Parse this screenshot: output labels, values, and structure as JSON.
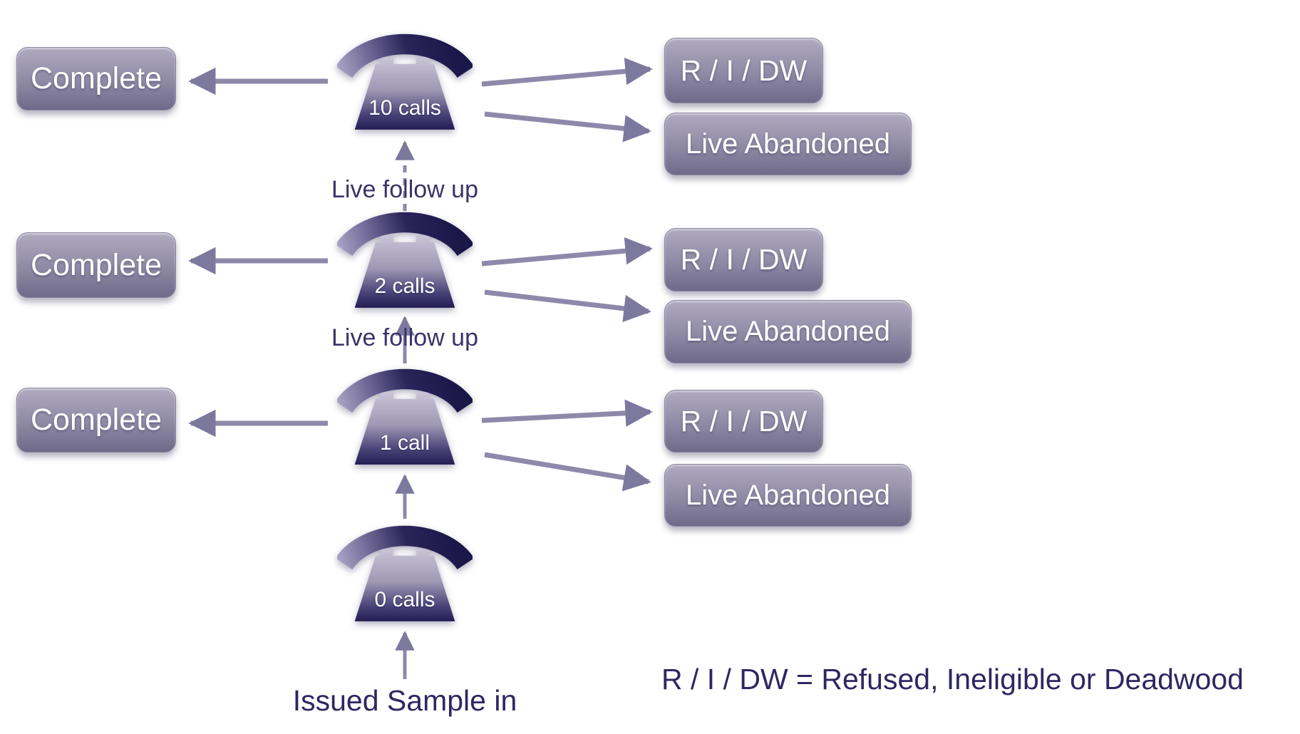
{
  "rows": [
    {
      "complete": "Complete",
      "phone": "10 calls",
      "ridw": "R / I / DW",
      "live_abandoned": "Live Abandoned",
      "followup_in": "Live follow up"
    },
    {
      "complete": "Complete",
      "phone": "2 calls",
      "ridw": "R / I / DW",
      "live_abandoned": "Live Abandoned",
      "followup_in": "Live follow up"
    },
    {
      "complete": "Complete",
      "phone": "1 call",
      "ridw": "R / I / DW",
      "live_abandoned": "Live Abandoned"
    }
  ],
  "source": {
    "phone": "0 calls",
    "entry_label": "Issued Sample in"
  },
  "legend": "R / I / DW = Refused, Ineligible or Deadwood",
  "colors": {
    "box_gradient_top": "#afaabf",
    "box_gradient_bottom": "#6f6a89",
    "phone_body_top": "#c9c4d6",
    "phone_body_bottom": "#221c52",
    "arrow": "#8e89ab",
    "text_navy": "#2d2762",
    "box_text": "#ffffff",
    "background": "#ffffff"
  }
}
